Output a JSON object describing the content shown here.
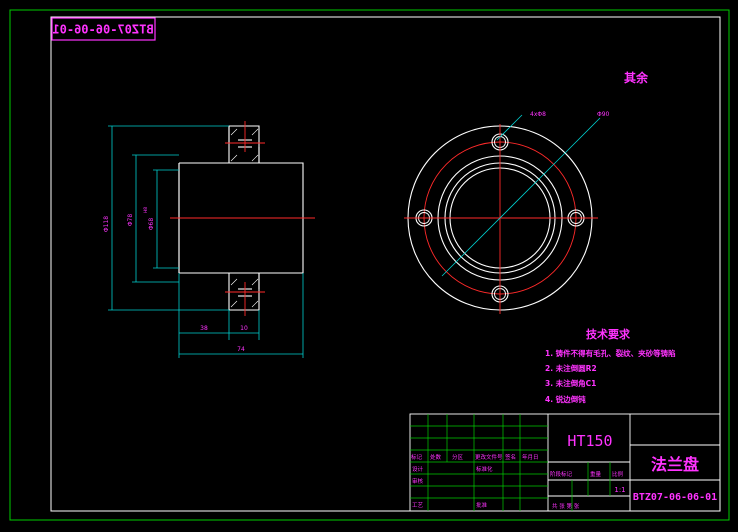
{
  "drawing": {
    "code_mirrored": "BTZ07-06-06-01",
    "note": "其余",
    "dims": {
      "bolt_holes": "4xΦ8",
      "bolt_circle": "Φ90",
      "outer_dia": "Φ118",
      "mid_dia": "Φ78",
      "bore": "Φ68",
      "bore_tol": "H8",
      "len_flange": "38",
      "len_collar": "10",
      "len_total": "74"
    },
    "tech": {
      "title": "技术要求",
      "items": [
        "1. 铸件不得有毛孔、裂纹、夹砂等铸陷",
        "2. 未注倒圆R2",
        "3. 未注倒角C1",
        "4. 锐边倒钝"
      ]
    },
    "title_block": {
      "material": "HT150",
      "part_name": "法兰盘",
      "code": "BTZ07-06-06-01",
      "scale": "1:1",
      "row_labels": [
        "标记",
        "处数",
        "分区",
        "更改文件号",
        "签名",
        "年月日"
      ],
      "design": "设计",
      "check": "审核",
      "process": "工艺",
      "standardize": "标准化",
      "approve": "批准",
      "stage_mark": "阶段标记",
      "weight": "重量",
      "ratio": "比例",
      "sheets": "共  张  第  张"
    }
  },
  "colors": {
    "frame": "#00cc00",
    "outline": "#ffffff",
    "center": "#ff2a2a",
    "dimension": "#00d0d0",
    "text": "#ff33ff",
    "hatch": "#ffffff"
  }
}
